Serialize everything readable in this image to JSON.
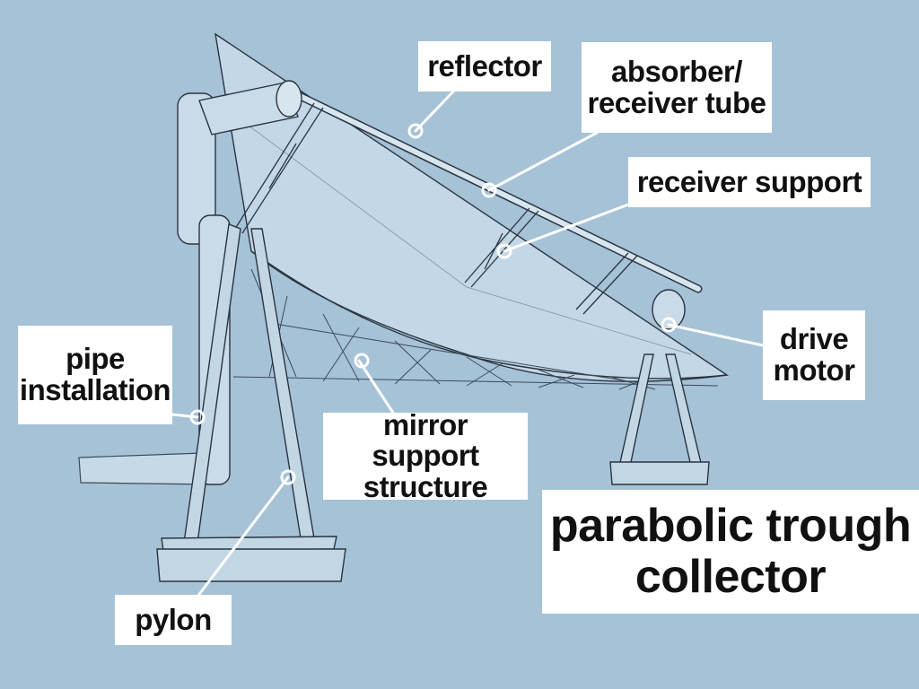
{
  "title": {
    "line1": "parabolic trough",
    "line2": "collector"
  },
  "labels": {
    "reflector": "reflector",
    "absorber": {
      "line1": "absorber/",
      "line2": "receiver tube"
    },
    "receiver_support": "receiver support",
    "drive_motor": {
      "line1": "drive",
      "line2": "motor"
    },
    "pipe_installation": {
      "line1": "pipe",
      "line2": "installation"
    },
    "mirror_support": {
      "line1": "mirror support",
      "line2": "structure"
    },
    "pylon": "pylon"
  },
  "colors": {
    "background": "#a7c3d8",
    "label_background": "#ffffff",
    "leader_line": "#ffffff",
    "sketch_line": "#2a3440",
    "structure_fill": "#c9dbe8"
  }
}
